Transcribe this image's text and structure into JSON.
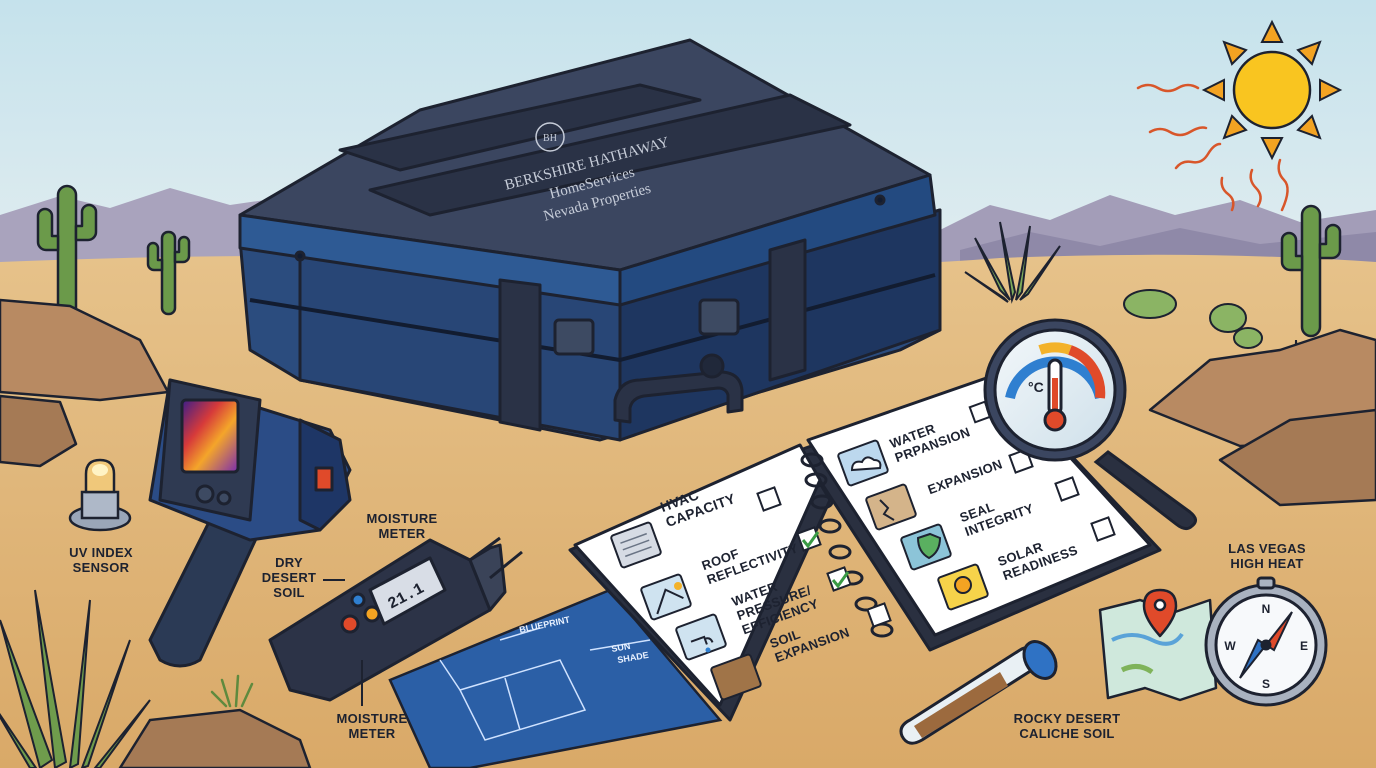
{
  "case_brand": {
    "line1": "BERKSHIRE HATHAWAY",
    "line2": "HomeServices",
    "line3": "Nevada Properties",
    "logo": "BH"
  },
  "labels": {
    "uv_sensor": [
      "UV INDEX",
      "SENSOR"
    ],
    "moisture_meter_top": [
      "MOISTURE",
      "METER"
    ],
    "dry_soil": [
      "DRY",
      "DESERT",
      "SOIL"
    ],
    "moisture_meter_bottom": [
      "MOISTURE",
      "METER"
    ],
    "las_vegas": [
      "LAS VEGAS",
      "HIGH HEAT"
    ],
    "rocky_soil": [
      "ROCKY DESERT",
      "CALICHE SOIL"
    ]
  },
  "meter_display": "21.1",
  "blueprint": {
    "title": "BLUEPRINT",
    "note": [
      "SUN",
      "SHADE"
    ]
  },
  "checklist": {
    "left": [
      {
        "label": [
          "HVAC",
          "CAPACITY"
        ],
        "icon": "hvac-icon",
        "checked": false
      },
      {
        "label": [
          "ROOF",
          "REFLECTIVITY"
        ],
        "icon": "roof-icon",
        "checked": true
      },
      {
        "label": [
          "WATER",
          "PRESSURE/",
          "EFFICIENCY"
        ],
        "icon": "faucet-icon",
        "checked": true
      },
      {
        "label": [
          "SOIL",
          "EXPANSION"
        ],
        "icon": "soil-icon",
        "checked": false
      }
    ],
    "right": [
      {
        "label": [
          "WATER",
          "PRPANSION"
        ],
        "icon": "cloud-icon",
        "checked": false
      },
      {
        "label": [
          "EXPANSION"
        ],
        "icon": "crack-icon",
        "checked": false
      },
      {
        "label": [
          "SEAL",
          "INTEGRITY"
        ],
        "icon": "shield-check-icon",
        "checked": false
      },
      {
        "label": [
          "SOLAR",
          "READINESS"
        ],
        "icon": "sun-icon",
        "checked": false
      }
    ]
  },
  "thermometer_unit": "°C",
  "compass_letters": [
    "N",
    "E",
    "S",
    "W"
  ],
  "colors": {
    "sky": "#cfe6ee",
    "sand": "#e2b878",
    "case": "#2c4a78",
    "case_dark": "#1b2d4c",
    "outline": "#1d2230",
    "check": "#3a9a45",
    "sun": "#f6b820",
    "blueprint": "#2b5fa6"
  }
}
